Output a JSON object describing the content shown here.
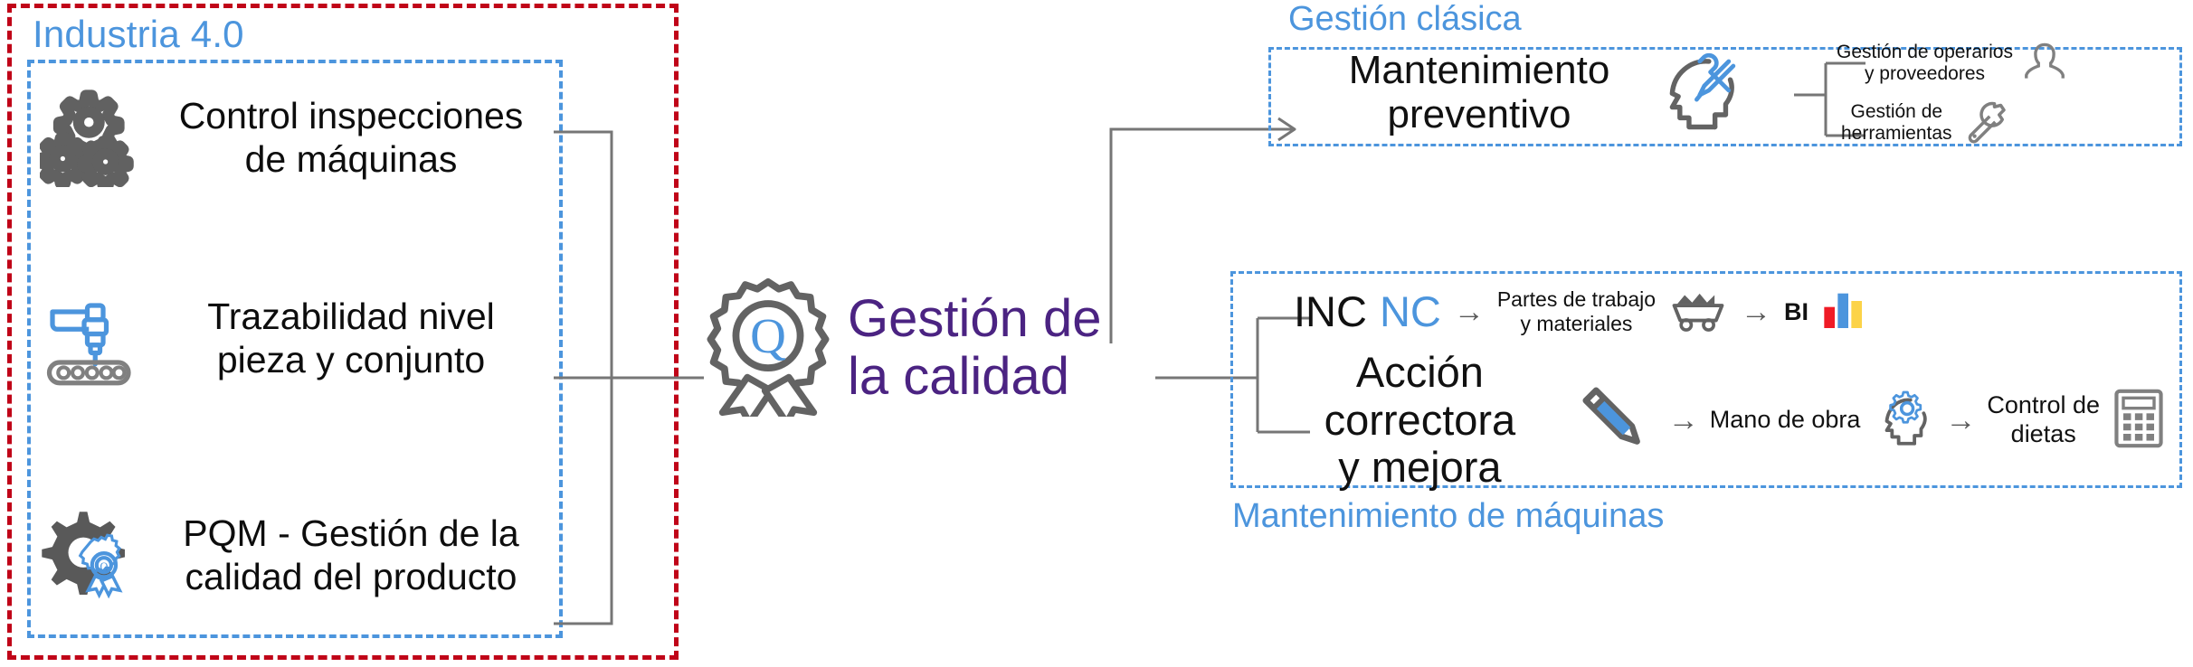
{
  "diagram": {
    "title": "Gestión de la calidad",
    "zones": {
      "industria": {
        "label": "Industria 4.0",
        "border_color": "#c00418",
        "inner_border_color": "#4c95dd"
      },
      "clasica": {
        "label": "Gestión clásica",
        "border_color": "#4c95dd"
      },
      "maquinas": {
        "label": "Mantenimiento de máquinas",
        "border_color": "#4c95dd"
      }
    },
    "center": {
      "icon": "quality-badge-icon",
      "badge_letter": "Q",
      "title_line1": "Gestión de",
      "title_line2": "la calidad",
      "title_color": "#4b2382",
      "badge_letter_color": "#4c95dd"
    },
    "left_items": [
      {
        "icon": "gears-icon",
        "line1": "Control inspecciones",
        "line2": "de máquinas"
      },
      {
        "icon": "robot-arm-icon",
        "line1": "Trazabilidad nivel",
        "line2": "pieza y conjunto"
      },
      {
        "icon": "gear-quality-icon",
        "line1": "PQM - Gestión de la",
        "line2": "calidad del producto"
      }
    ],
    "clasica": {
      "main": {
        "icon": "head-tools-icon",
        "line1": "Mantenimiento",
        "line2": "preventivo"
      },
      "subitems": [
        {
          "icon": "person-icon",
          "line1": "Gestión de operarios",
          "line2": "y proveedores"
        },
        {
          "icon": "wrench-icon",
          "line1": "Gestión de",
          "line2": "herramientas"
        }
      ]
    },
    "maquinas": {
      "row_inc": {
        "label_black": "INC",
        "label_blue": "NC",
        "arrow1": "→",
        "step1_line1": "Partes de trabajo",
        "step1_line2": "y materiales",
        "step1_icon": "mine-cart-icon",
        "arrow2": "→",
        "step2_label": "BI",
        "step2_icon": "bar-chart-icon",
        "bar_colors": [
          "#ef1b26",
          "#4c95dd",
          "#fcd348"
        ]
      },
      "row_accion": {
        "title": "Acción correctora\ny mejora",
        "title_icon": "pencil-icon",
        "arrow1": "→",
        "step1_label": "Mano de obra",
        "step1_icon": "head-gear-icon",
        "arrow2": "→",
        "step2_line1": "Control de",
        "step2_line2": "dietas",
        "step2_icon": "calculator-icon"
      }
    },
    "colors": {
      "accent_blue": "#4c95dd",
      "red_dash": "#c00418",
      "purple": "#4b2382",
      "gray_line": "#767676"
    }
  }
}
